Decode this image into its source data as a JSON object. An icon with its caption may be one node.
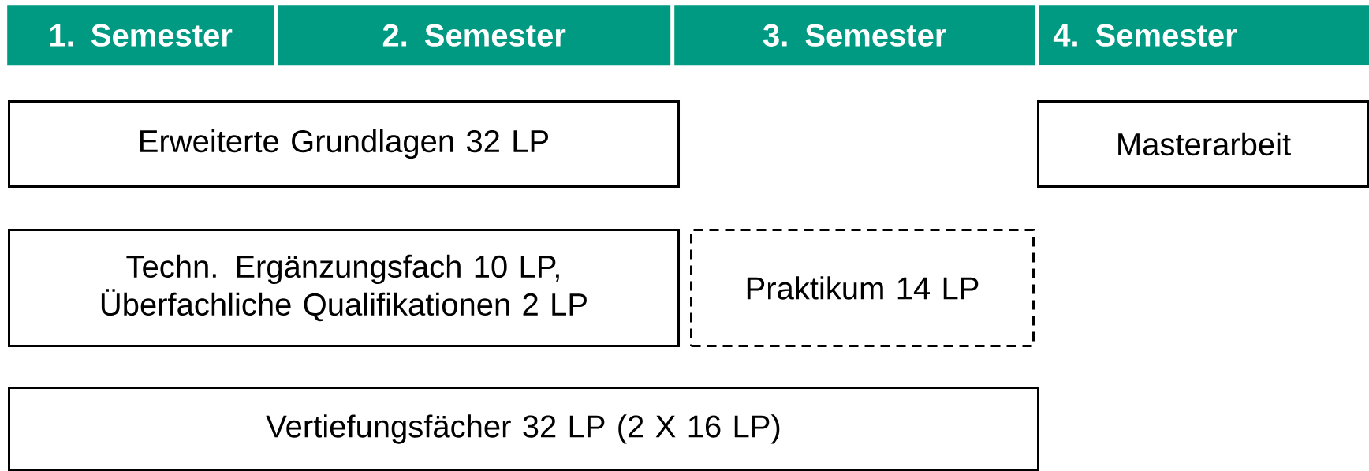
{
  "diagram": {
    "nodes": [
      {
        "text": [
          "1. Semester"
        ]
      },
      {
        "text": [
          "2. Semester"
        ]
      },
      {
        "text": [
          "3. Semester"
        ]
      },
      {
        "text": [
          "4. Semester"
        ]
      },
      {
        "text": [
          "Erweiterte Grundlagen 32 LP"
        ]
      },
      {
        "text": [
          "Masterarbeit"
        ]
      },
      {
        "text": [
          "Techn. Ergänzungsfach 10 LP, Überfachliche Qualifikationen 2 LP"
        ]
      },
      {
        "text": [
          "Praktikum 14 LP"
        ]
      },
      {
        "text": [
          "Vertiefungsfächer 32 LP (2 X 16 LP)"
        ]
      }
    ]
  }
}
